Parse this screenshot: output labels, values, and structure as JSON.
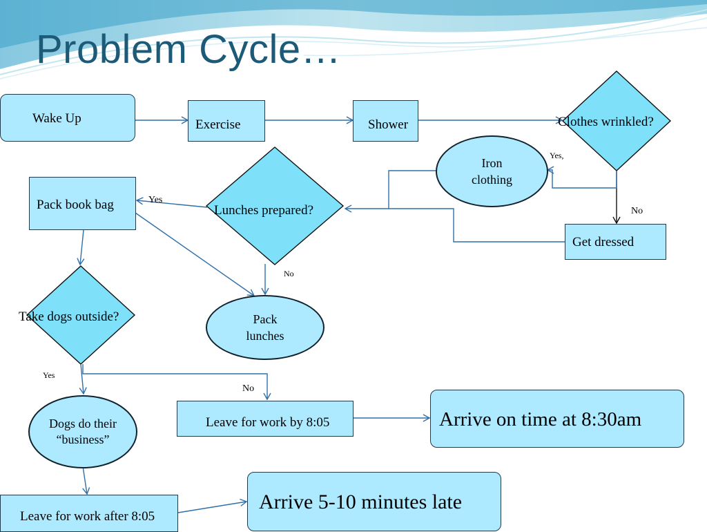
{
  "slide": {
    "title": "Problem Cycle…"
  },
  "nodes": {
    "wake_up": "Wake Up",
    "exercise": "Exercise",
    "shower": "Shower",
    "clothes_wrinkled": "Clothes wrinkled?",
    "iron_clothing": "Iron clothing",
    "get_dressed": "Get dressed",
    "lunches_prepared": "Lunches prepared?",
    "pack_book_bag": "Pack book bag",
    "pack_lunches": "Pack lunches",
    "take_dogs_outside": "Take dogs outside?",
    "dogs_business": "Dogs do their “business”",
    "leave_by": "Leave for work by 8:05",
    "leave_after": "Leave for work after 8:05",
    "arrive_on_time": "Arrive on time at 8:30am",
    "arrive_late": "Arrive 5-10 minutes late"
  },
  "edge_labels": {
    "clothes_yes": "Yes,",
    "clothes_no": "No",
    "lunches_yes": "Yes",
    "lunches_no": "No",
    "dogs_yes": "Yes",
    "dogs_no": "No"
  },
  "colors": {
    "node_fill": "#aeeaff",
    "diamond_fill": "#7fe0fa",
    "connector": "#2f6fa8",
    "title": "#1d5a78"
  }
}
